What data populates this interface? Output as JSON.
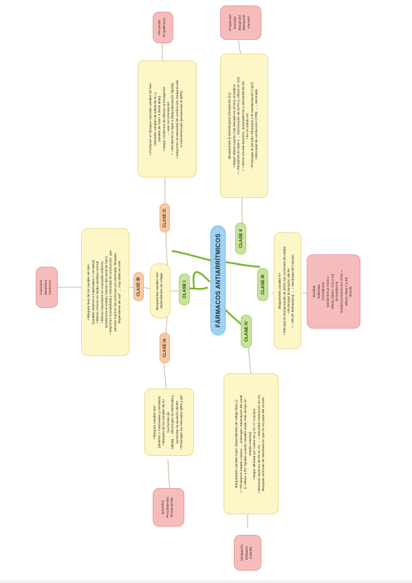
{
  "root": {
    "title": "FÁRMACOS ANTIARRÍTMICOS"
  },
  "classes": {
    "clase_i": "CLASE I",
    "clase_ia": "CLASE IA",
    "clase_ib": "CLASE IB",
    "clase_ic": "CLASE IC",
    "clase_ii": "CLASE II",
    "clase_iii": "CLASE III",
    "clase_iv": "CLASE IV"
  },
  "clase_i_desc": [
    "Bloqueantes canales Na+",
    "dependientes de voltaje"
  ],
  "ia_box": [
    "• Bloqueo canales Na+",
    "(abiertos > inactivados y cerrados)",
    "• Bloqueo de los canales de K+ (corrientes de",
    "salida) → disminuyen la reentrada y",
    "aumentan la duración del PA",
    "• Prolongan los intervalos QRS y QT."
  ],
  "ia_drugs": [
    "Quinidina",
    "Procainamida",
    "Disopiramida"
  ],
  "ib_box": [
    "• Bloqueo leve de los canales de Na+",
    "(canales abiertos e inactivados > cerrados)",
    "• Efecto mínimo en tejido cardiaco normal",
    "• Efecto importante en miocardio enfermo",
    "(predomina el estado inactivo del canal de Na+)",
    "• Deprimen excitabilidad y velocidad de conducción, que",
    "permite suprimir las arritmias por reentrada \"bloqueo",
    "dependiente de uso\" → muy útiles en IAM"
  ],
  "ib_drugs": [
    "Lidocaína",
    "Mexiletina",
    "Fenitoína"
  ],
  "ic_box": [
    "• Producen un bloqueo marcado canales de Na+",
    "(También canales de salida de K+ y",
    "canales de Ca2+ a dosis altas)",
    "• Mayor incidencia de efectos arritmógenos",
    "→ usar con precaución",
    "• ↓ Pendiente en fase 0 (despolarización rápida)",
    "• Deprimen la velocidad de conducción intraauricular",
    "e interventricular (ensanchan el QRS)"
  ],
  "ic_drugs": [
    "Flecainida",
    "Propafenona"
  ],
  "ii_box": [
    "Bloqueantes β-adrenérgicos (receptores β1)",
    "• Mayor efecto cuanto más elevado es el tono simpático",
    "• ↓ Pendiente en fase 4 → Disminución de la FC (= efecto en SA)",
    "• ↓ Ritmo sinusal excesivo, automatismos y demanda de O2",
    "• En el nódulo AV:",
    "- Prolongan el periodo refractario y la repolarización (↑QT)",
    "- ↓Velocidad de conducción (↑PR) → ↓ reentrada"
  ],
  "ii_drugs": [
    "Propanolol",
    "Esmolol",
    "Bisoprolol",
    "Metoprolol",
    "Atenolol"
  ],
  "iii_box": [
    "Bloqueantes canales K+",
    "• Retrasa la repolarización al inhibir las corrientes de salida",
    "• Prolongan la duración del PA",
    "• ↑ PR (P. Refractario) → ↓ reentrada del impulso"
  ],
  "iii_drugs": [
    "Ibutilida",
    "Dofetilida",
    "Amiodarona",
    "(antiarritmico mixto =",
    "efecto clase I, II,III y IV)",
    "Dronedarona",
    "Sotalol  (Antiarritmico mixto =",
    "efecto clase II y III)",
    "Bretilio"
  ],
  "iv_box": [
    "Bloqueantes canales Ca2+ dependientes de voltaje (tipo L)",
    "• ↑Afinidad en estado inactivo → prolongan reactivación del canal",
    "(> efecto a FC rápidas cuando canales están más tiempo en",
    "estado inactivo)",
    "• Mayor afinidad por nodos SA y AV >> miocitos.",
    "• Retrasan ascenso de PA en AV → ↓ velocidad conducción en AV;",
    "bloquean arritmias de reentrada en que AV es parte del circuito."
  ],
  "iv_drugs": [
    "Verapamilo",
    "Diltiazem",
    "(NDHP)"
  ]
}
